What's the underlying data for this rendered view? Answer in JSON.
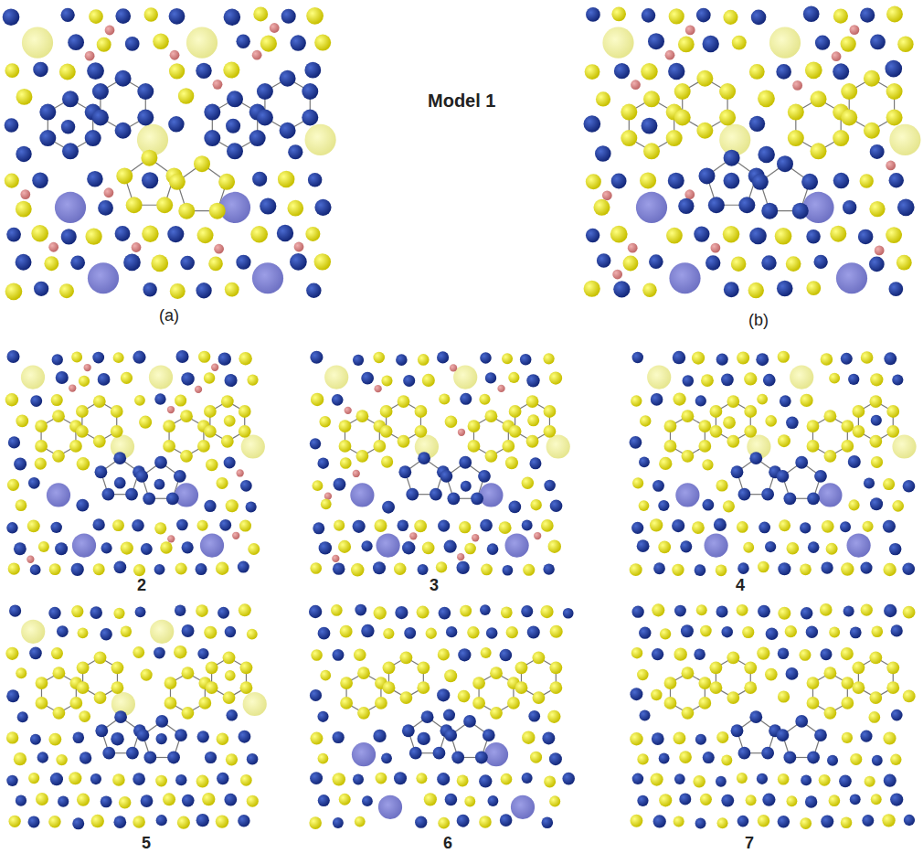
{
  "diagram": {
    "labels": [
      "Model 1",
      "(a)",
      "(b)",
      "2",
      "3",
      "4",
      "5",
      "6",
      "7"
    ]
  }
}
